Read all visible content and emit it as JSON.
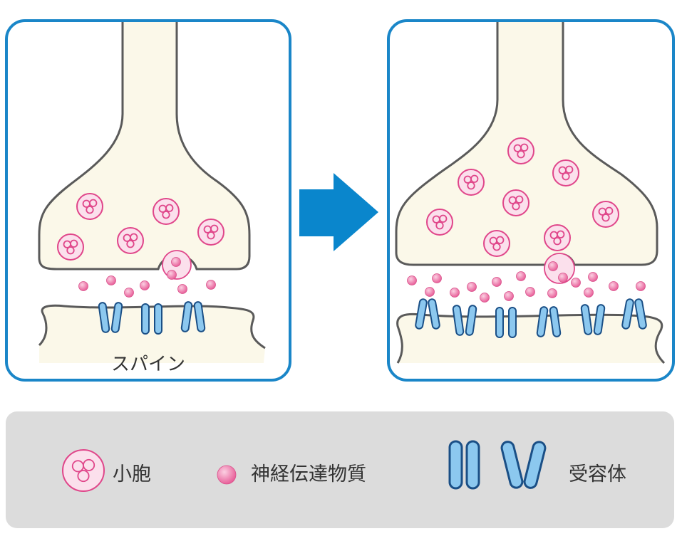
{
  "panels": {
    "before": {
      "label": "スパイン"
    },
    "after": {
      "label": ""
    }
  },
  "legend": {
    "vesicle_label": "小胞",
    "transmitter_label": "神経伝達物質",
    "receptor_label": "受容体"
  },
  "colors": {
    "panel_border": "#1a86c8",
    "cell_fill": "#fbf8e9",
    "cell_stroke": "#5a5a5a",
    "vesicle_fill": "#fbe0ec",
    "vesicle_stroke": "#e0468a",
    "particle": "#e8609a",
    "receptor_fill": "#8cc8ef",
    "receptor_stroke": "#1a4f86",
    "arrow": "#0a86cc",
    "legend_bg": "#dcdcdc"
  }
}
